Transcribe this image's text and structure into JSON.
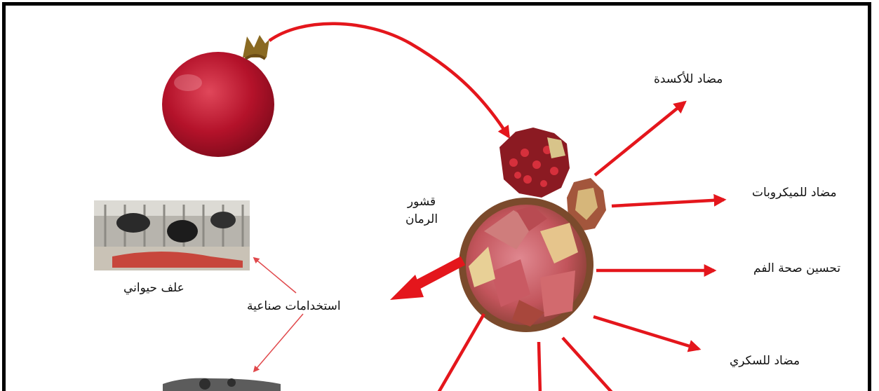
{
  "colors": {
    "arrow": "#e4161c",
    "thin_arrow": "#e0484b",
    "border": "#000000",
    "fruit": "#b4122a",
    "peel": "#c2545b"
  },
  "center": {
    "line1": "قشور",
    "line2": "الرمان"
  },
  "benefits": {
    "antioxidant": "مضاد للأكسدة",
    "antimicrobial": "مضاد للميكروبات",
    "oral_health": "تحسين صحة الفم",
    "antidiabetic": "مضاد للسكري"
  },
  "uses": {
    "industrial": "استخدامات صناعية",
    "animal_feed": "علف حيواني"
  },
  "images": {
    "pomegranate": "pomegranate-fruit",
    "arils": "pomegranate-arils-piece",
    "peels": "dried-pomegranate-peels",
    "cattle": "cattle-feeding-photo",
    "machine": "industrial-machine-photo"
  }
}
